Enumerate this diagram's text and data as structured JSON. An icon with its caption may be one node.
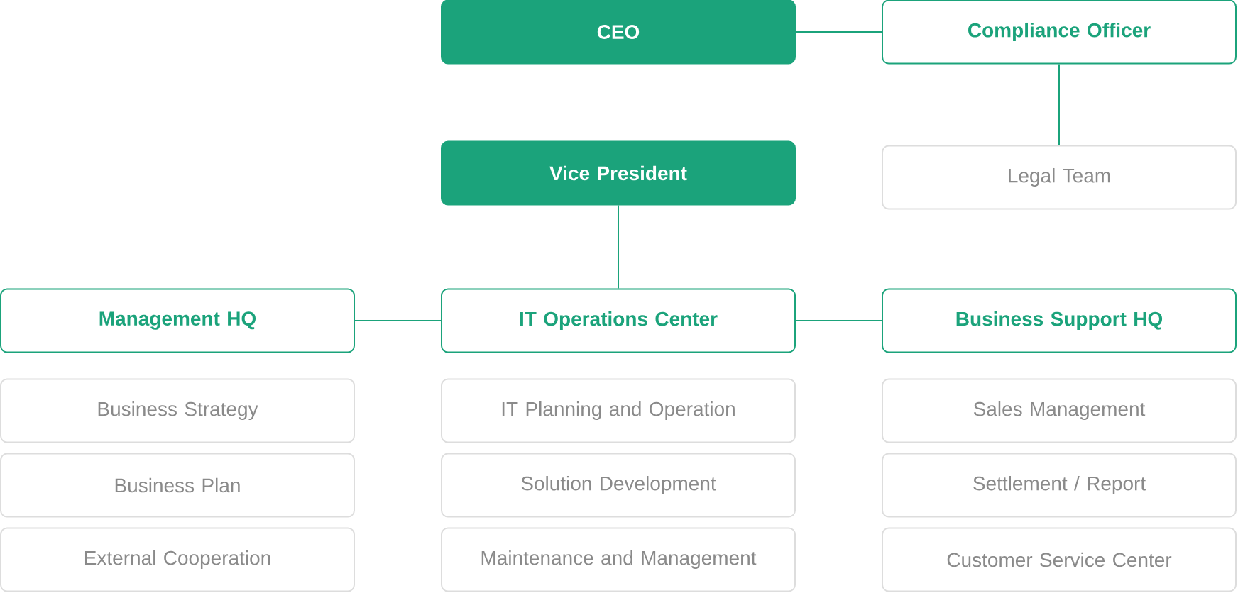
{
  "diagram": {
    "nodes": [
      {
        "text": [
          "CEO"
        ]
      },
      {
        "text": [
          "Compliance Officer"
        ]
      },
      {
        "text": [
          "Vice President"
        ]
      },
      {
        "text": [
          "Legal Team"
        ]
      },
      {
        "text": [
          "Management HQ"
        ]
      },
      {
        "text": [
          "IT Operations Center"
        ]
      },
      {
        "text": [
          "Business Support HQ"
        ]
      },
      {
        "text": [
          "Business Strategy"
        ]
      },
      {
        "text": [
          "IT Planning and Operation"
        ]
      },
      {
        "text": [
          "Sales Management"
        ]
      },
      {
        "text": [
          "Business Plan"
        ]
      },
      {
        "text": [
          "Solution Development"
        ]
      },
      {
        "text": [
          "Settlement / Report"
        ]
      },
      {
        "text": [
          "External Cooperation"
        ]
      },
      {
        "text": [
          "Maintenance and Management"
        ]
      },
      {
        "text": [
          "Customer Service Center"
        ]
      }
    ],
    "edges": [
      {
        "from": 0,
        "to": 1,
        "arrow": "none"
      },
      {
        "from": 1,
        "to": 3,
        "arrow": "none"
      },
      {
        "from": 2,
        "to": 5,
        "arrow": "none"
      },
      {
        "from": 4,
        "to": 5,
        "arrow": "none"
      },
      {
        "from": 5,
        "to": 6,
        "arrow": "none"
      }
    ]
  }
}
